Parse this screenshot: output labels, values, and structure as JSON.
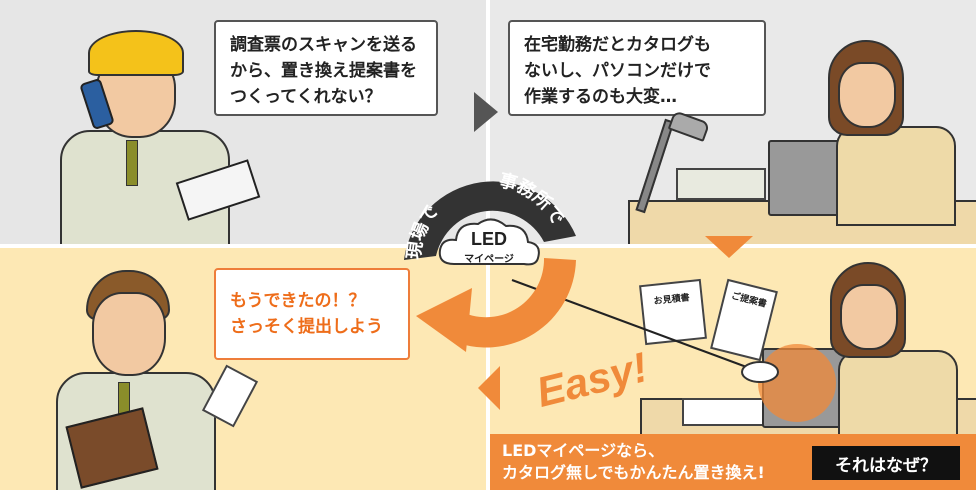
{
  "panels": {
    "top_left": {
      "bubble": "調査票のスキャンを送る\nから、置き換え提案書を\nつくってくれない？"
    },
    "top_right": {
      "bubble": "在宅勤務だとカタログも\nないし、パソコンだけで\n作業するのも大変…"
    },
    "bottom_left": {
      "bubble": "もうできたの！？\nさっそく提出しよう"
    },
    "bottom_right": {
      "doc1": "お見積書",
      "doc2": "ご提案書",
      "easy": "Easy!"
    }
  },
  "cycle": {
    "label_left": "現場で",
    "label_right": "事務所で",
    "cloud_title": "LED",
    "cloud_sub": "マイページ"
  },
  "banner": {
    "text": "LEDマイページなら、\nカタログ無しでもかんたん置き換え!",
    "button": "それはなぜ？"
  },
  "colors": {
    "accent": "#f08a3a",
    "dark": "#333333",
    "panel_gray": "#e6e6e6",
    "panel_yellow": "#fde8b4"
  }
}
